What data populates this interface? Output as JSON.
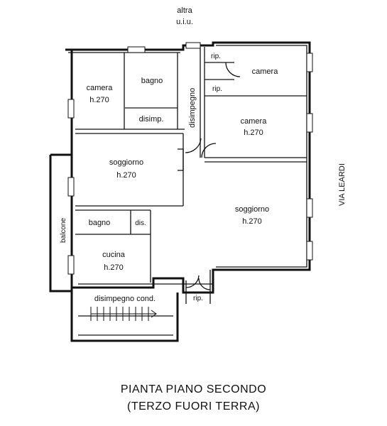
{
  "top_label": {
    "line1": "altra",
    "line2": "u.i.u."
  },
  "street_label": "VIA LEARDI",
  "balcony_label": "balcone",
  "rooms": [
    {
      "id": "camera-1",
      "name": "camera",
      "height": "h.270"
    },
    {
      "id": "bagno-1",
      "name": "bagno",
      "height": ""
    },
    {
      "id": "disimp",
      "name": "disimp.",
      "height": ""
    },
    {
      "id": "disimpegno",
      "name": "disimpegno",
      "height": ""
    },
    {
      "id": "rip-1",
      "name": "rip.",
      "height": ""
    },
    {
      "id": "camera-2",
      "name": "camera",
      "height": ""
    },
    {
      "id": "rip-2",
      "name": "rip.",
      "height": ""
    },
    {
      "id": "camera-3",
      "name": "camera",
      "height": "h.270"
    },
    {
      "id": "soggiorno-1",
      "name": "soggiorno",
      "height": "h.270"
    },
    {
      "id": "soggiorno-2",
      "name": "soggiorno",
      "height": "h.270"
    },
    {
      "id": "bagno-2",
      "name": "bagno",
      "height": ""
    },
    {
      "id": "dis",
      "name": "dis.",
      "height": ""
    },
    {
      "id": "cucina",
      "name": "cucina",
      "height": "h.270"
    },
    {
      "id": "rip-3",
      "name": "rip.",
      "height": ""
    },
    {
      "id": "disimpegno-cond",
      "name": "disimpegno cond.",
      "height": ""
    }
  ],
  "title": {
    "line1": "PIANTA PIANO SECONDO",
    "line2": "(TERZO FUORI TERRA)"
  }
}
